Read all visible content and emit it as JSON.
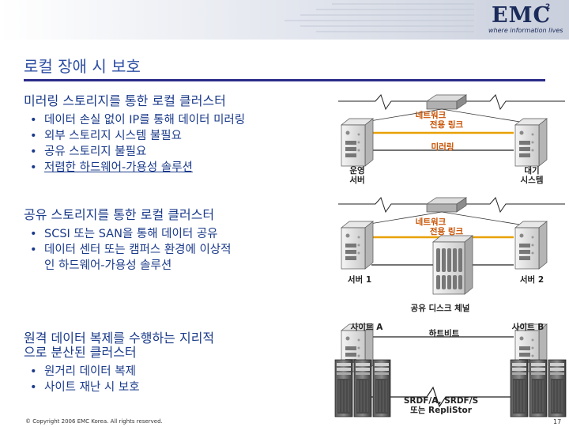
{
  "header": {
    "logo_text": "EMC",
    "logo_sup": "2",
    "tagline": "where information lives"
  },
  "title": "로컬 장애 시 보호",
  "sections": [
    {
      "heading": "미러링 스토리지를 통한 로컬 클러스터",
      "bullets": [
        "데이터 손실 없이 IP를 통해 데이터 미러링",
        "외부 스토리지 시스템 불필요",
        "공유 스토리지 불필요",
        "저렴한 하드웨어-가용성 솔루션"
      ]
    },
    {
      "heading": "공유 스토리지를 통한 로컬 클러스터",
      "bullets": [
        "SCSI 또는 SAN을 통해 데이터 공유",
        "데이터 센터 또는 캠퍼스 환경에 이상적",
        "인 하드웨어-가용성 솔루션"
      ]
    },
    {
      "heading_line1": "원격 데이터 복제를 수행하는 지리적",
      "heading_line2": "으로 분산된 클러스터",
      "bullets": [
        "원거리 데이터 복제",
        "사이트 재난 시 보호"
      ]
    }
  ],
  "diagram1": {
    "network_line1": "네트워크",
    "network_line2": "전용 링크",
    "mirroring": "미러링",
    "left_line1": "운영",
    "left_line2": "서버",
    "right_line1": "대기",
    "right_line2": "시스템"
  },
  "diagram2": {
    "network_line1": "네트워크",
    "network_line2": "전용 링크",
    "left": "서버 1",
    "right": "서버 2",
    "shared_disk": "공유 디스크 체널"
  },
  "diagram3": {
    "site_a": "사이트 A",
    "site_b": "사이트 B",
    "heartbeat": "하트비트",
    "srdf_line1": "SRDF/A, SRDF/S",
    "srdf_line2": "또는 RepliStor"
  },
  "footer": "© Copyright 2006 EMC Korea. All rights reserved.",
  "page_number": "17",
  "colors": {
    "title": "#2e4fa3",
    "text": "#1a3a8a",
    "orange_link": "#e8a000",
    "header_band": "#d8dde8"
  }
}
